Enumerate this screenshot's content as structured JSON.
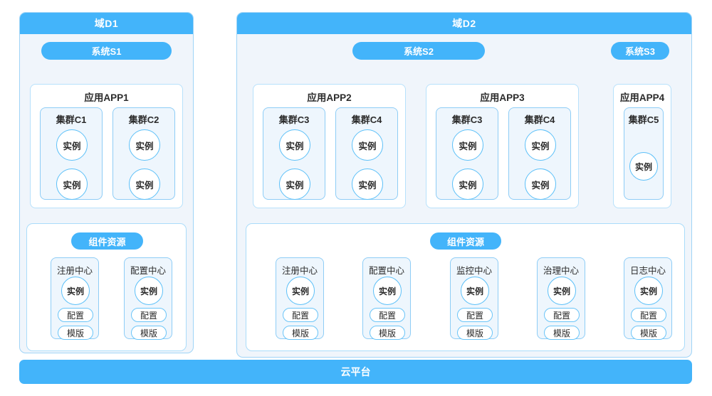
{
  "diagram": {
    "title_text": "",
    "colors": {
      "accent": "#43b4fa",
      "panel_bg": "#f0f5fb",
      "cluster_bg": "#eef6fd",
      "border_blue": "#8ecdf6",
      "white": "#ffffff"
    }
  },
  "domains": [
    {
      "id": "d1",
      "label": "域D1",
      "systems": [
        {
          "id": "s1",
          "label": "系统S1",
          "apps": [
            {
              "id": "app1",
              "label": "应用APP1",
              "clusters": [
                {
                  "id": "c1",
                  "label": "集群C1",
                  "instances": [
                    "实例",
                    "实例"
                  ]
                },
                {
                  "id": "c2",
                  "label": "集群C2",
                  "instances": [
                    "实例",
                    "实例"
                  ]
                }
              ]
            }
          ]
        }
      ],
      "components": {
        "label": "组件资源",
        "items": [
          {
            "id": "registry",
            "label": "注册中心",
            "instance": "实例",
            "tags": [
              "配置",
              "模版"
            ]
          },
          {
            "id": "config",
            "label": "配置中心",
            "instance": "实例",
            "tags": [
              "配置",
              "模版"
            ]
          }
        ]
      }
    },
    {
      "id": "d2",
      "label": "域D2",
      "systems": [
        {
          "id": "s2",
          "label": "系统S2",
          "apps": [
            {
              "id": "app2",
              "label": "应用APP2",
              "clusters": [
                {
                  "id": "c3a",
                  "label": "集群C3",
                  "instances": [
                    "实例",
                    "实例"
                  ]
                },
                {
                  "id": "c4a",
                  "label": "集群C4",
                  "instances": [
                    "实例",
                    "实例"
                  ]
                }
              ]
            },
            {
              "id": "app3",
              "label": "应用APP3",
              "clusters": [
                {
                  "id": "c3b",
                  "label": "集群C3",
                  "instances": [
                    "实例",
                    "实例"
                  ]
                },
                {
                  "id": "c4b",
                  "label": "集群C4",
                  "instances": [
                    "实例",
                    "实例"
                  ]
                }
              ]
            }
          ]
        },
        {
          "id": "s3",
          "label": "系统S3",
          "apps": [
            {
              "id": "app4",
              "label": "应用APP4",
              "clusters": [
                {
                  "id": "c5",
                  "label": "集群C5",
                  "instances": [
                    "实例"
                  ]
                }
              ]
            }
          ]
        }
      ],
      "components": {
        "label": "组件资源",
        "items": [
          {
            "id": "registry",
            "label": "注册中心",
            "instance": "实例",
            "tags": [
              "配置",
              "模版"
            ]
          },
          {
            "id": "config",
            "label": "配置中心",
            "instance": "实例",
            "tags": [
              "配置",
              "模版"
            ]
          },
          {
            "id": "monitor",
            "label": "监控中心",
            "instance": "实例",
            "tags": [
              "配置",
              "模版"
            ]
          },
          {
            "id": "governance",
            "label": "治理中心",
            "instance": "实例",
            "tags": [
              "配置",
              "模版"
            ]
          },
          {
            "id": "log",
            "label": "日志中心",
            "instance": "实例",
            "tags": [
              "配置",
              "模版"
            ]
          }
        ]
      }
    }
  ],
  "platform": {
    "label": "云平台"
  }
}
